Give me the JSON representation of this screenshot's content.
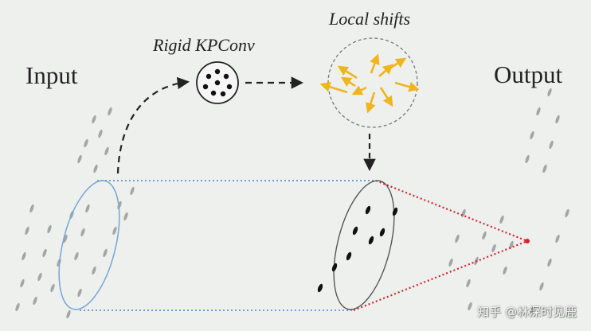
{
  "labels": {
    "input": "Input",
    "output": "Output",
    "rigid_kpconv": "Rigid KPConv",
    "local_shifts": "Local shifts"
  },
  "watermark": "知乎 @林深时见鹿",
  "colors": {
    "background": "#eef0ee",
    "input_ellipse": "#7aaad6",
    "dotted_tube": "#6f9fd0",
    "cone": "#d8242b",
    "shift_arrows": "#f0b41c",
    "kernel_points": "#111111",
    "cloud_points": "#8c8c8c",
    "dashed_arrows": "#222222"
  },
  "icons": {
    "kernel": "kernel-circle-icon",
    "shifts": "local-shifts-circle-icon"
  }
}
